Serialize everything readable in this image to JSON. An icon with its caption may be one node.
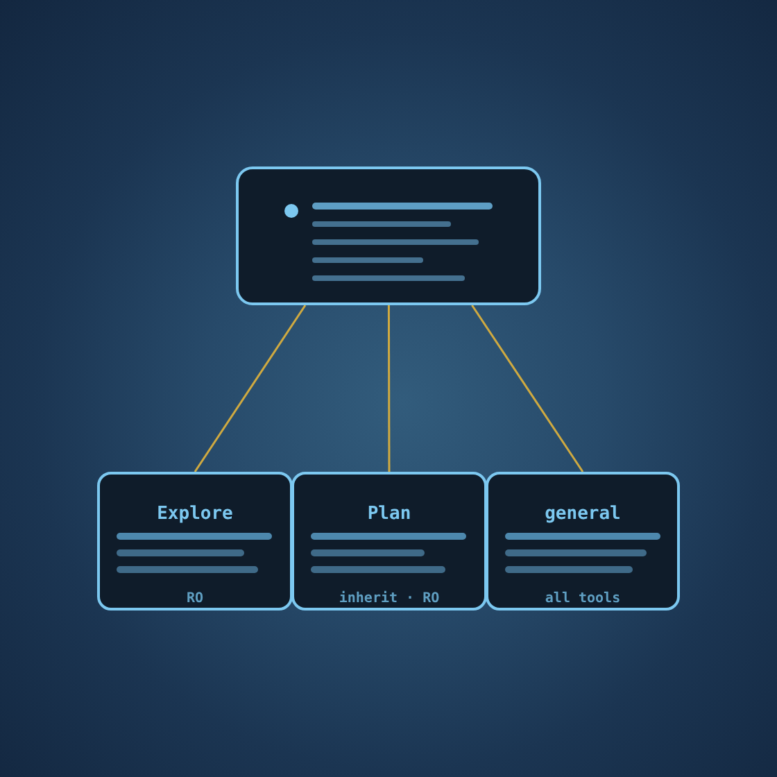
{
  "diagram": {
    "nodes": [
      {
        "text": [],
        "shape": "box"
      },
      {
        "text": [
          "Explore",
          "RO"
        ]
      },
      {
        "text": [
          "Plan",
          "inherit · RO"
        ]
      },
      {
        "text": [
          "general",
          "all tools"
        ]
      }
    ],
    "edges": [
      {
        "from": 0,
        "to": 1,
        "arrow": "none"
      },
      {
        "from": 0,
        "to": 2,
        "arrow": "none"
      },
      {
        "from": 0,
        "to": 3,
        "arrow": "none"
      }
    ]
  }
}
